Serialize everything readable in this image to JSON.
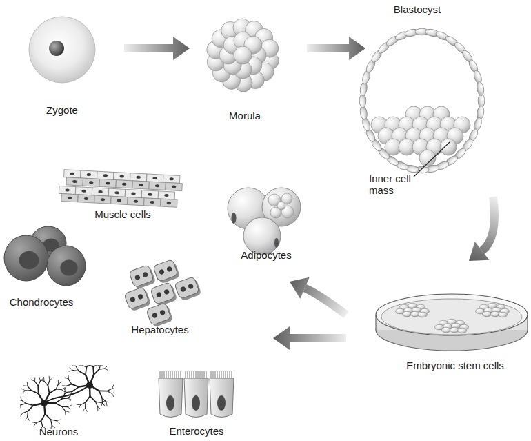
{
  "diagram": {
    "nodes": [
      {
        "text": [
          "Zygote"
        ]
      },
      {
        "text": [
          "Morula"
        ]
      },
      {
        "text": [
          "Blastocyst"
        ]
      },
      {
        "text": [
          "Muscle cells"
        ]
      },
      {
        "text": [
          "Adipocytes"
        ]
      },
      {
        "text": [
          "Chondrocytes"
        ]
      },
      {
        "text": [
          "Hepatocytes"
        ]
      },
      {
        "text": [
          "Embryonic stem cells"
        ]
      },
      {
        "text": [
          "Neurons"
        ]
      },
      {
        "text": [
          "Enterocytes"
        ]
      }
    ],
    "edges": [
      {
        "from": 0,
        "to": 1,
        "arrow": "to"
      },
      {
        "from": 1,
        "to": 2,
        "arrow": "to"
      },
      {
        "from": 2,
        "to": 7,
        "arrow": "to"
      }
    ],
    "labels": [
      "Inner cell mass"
    ]
  }
}
